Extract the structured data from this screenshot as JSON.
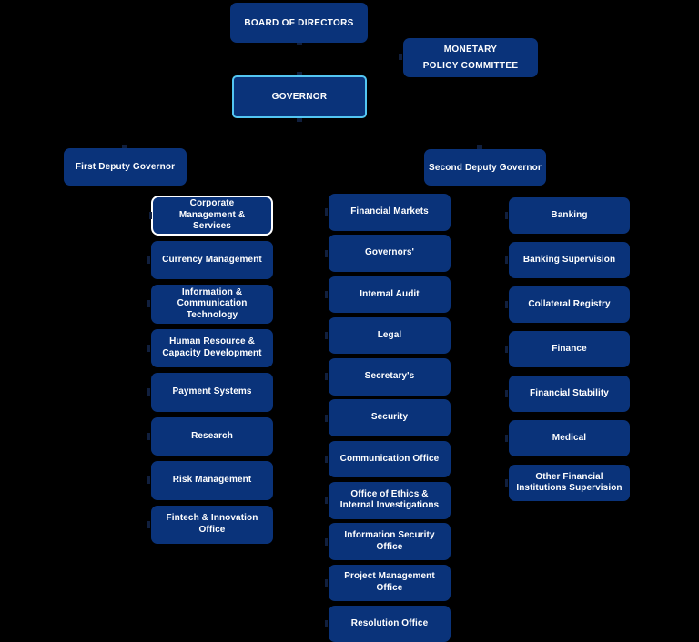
{
  "nodes": {
    "board_of_directors": "BOARD OF DIRECTORS",
    "monetary_policy_committee_line1": "MONETARY",
    "monetary_policy_committee_line2": "POLICY COMMITTEE",
    "governor": "GOVERNOR",
    "first_deputy_governor": "First Deputy Governor",
    "second_deputy_governor": "Second Deputy Governor"
  },
  "columns": {
    "first_deputy_governor_departments": [
      "Corporate Management & Services",
      "Currency Management",
      "Information & Communication Technology",
      "Human Resource & Capacity Development",
      "Payment Systems",
      "Research",
      "Risk Management",
      "Fintech & Innovation Office"
    ],
    "governor_departments": [
      "Financial Markets",
      "Governors'",
      "Internal Audit",
      "Legal",
      "Secretary's",
      "Security",
      "Communication Office",
      "Office of Ethics & Internal Investigations",
      "Information Security Office",
      "Project Management Office",
      "Resolution Office"
    ],
    "second_deputy_governor_departments": [
      "Banking",
      "Banking Supervision",
      "Collateral Registry",
      "Finance",
      "Financial Stability",
      "Medical",
      "Other Financial Institutions Supervision"
    ]
  },
  "highlighted_department": "Corporate Management & Services",
  "colors": {
    "node_fill": "#0a337a",
    "governor_outline": "#53c6f2",
    "highlight_outline": "#ffffff",
    "node_text": "#ffffff",
    "background": "#000000"
  }
}
